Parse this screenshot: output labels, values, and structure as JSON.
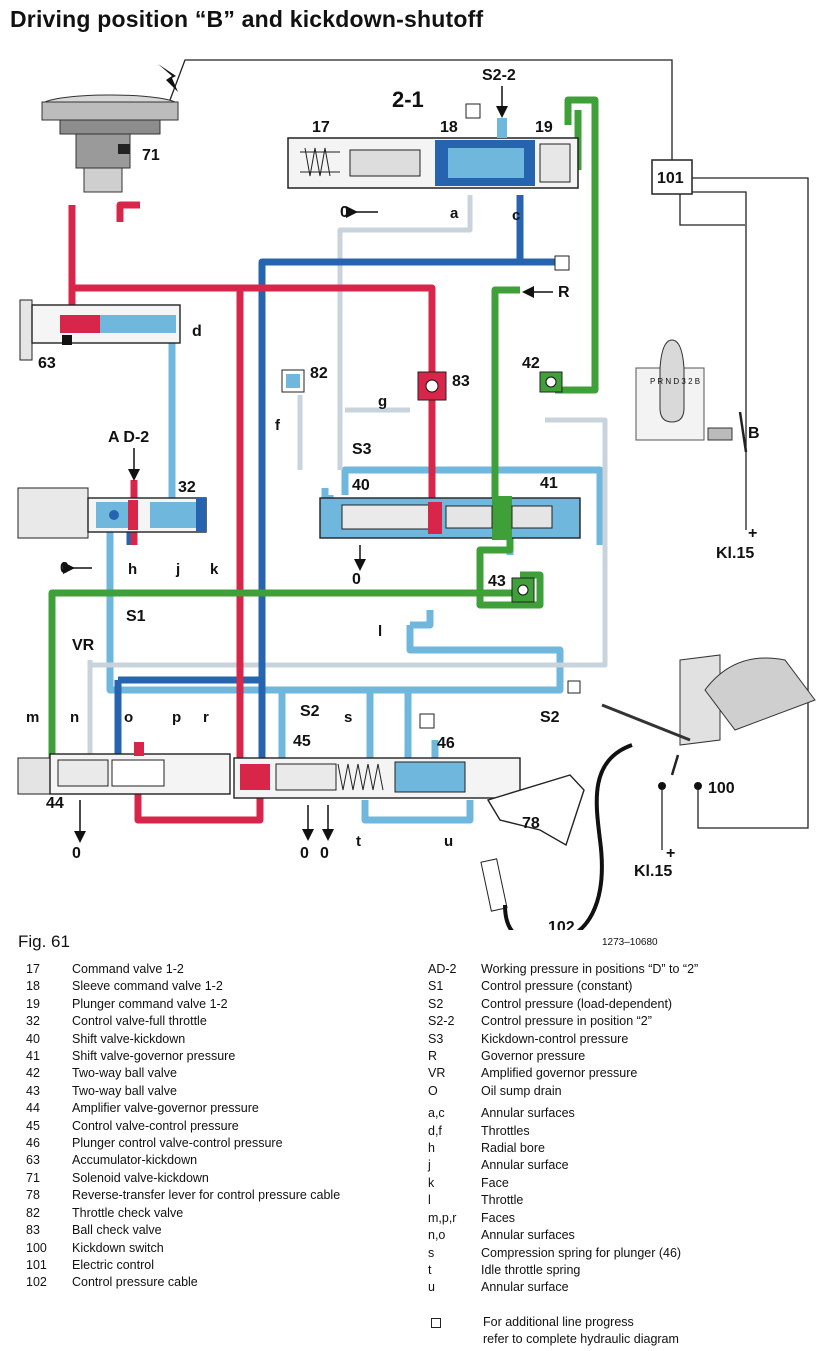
{
  "title": "Driving position “B” and kickdown-shutoff",
  "figure": {
    "label": "Fig. 61",
    "code": "1273–10680"
  },
  "colors": {
    "red": "#d8264a",
    "blue": "#2664b0",
    "light_blue": "#6fb7dd",
    "green": "#3fa03a",
    "line": "#222222"
  },
  "diagram_labels": {
    "valve_2_1": "2-1",
    "s2_2": "S2-2",
    "n17": "17",
    "n18": "18",
    "n19": "19",
    "n71": "71",
    "n101": "101",
    "n63": "63",
    "n32": "32",
    "n82": "82",
    "n83": "83",
    "n42": "42",
    "n40": "40",
    "n41": "41",
    "n43": "43",
    "n44": "44",
    "n45": "45",
    "n46": "46",
    "n78": "78",
    "n102": "102",
    "n100": "100",
    "a": "a",
    "c": "c",
    "d": "d",
    "f": "f",
    "g": "g",
    "h": "h",
    "j": "j",
    "k": "k",
    "l": "l",
    "m": "m",
    "n": "n",
    "o": "o",
    "p": "p",
    "r": "r",
    "s": "s",
    "t": "t",
    "u": "u",
    "R": "R",
    "S1": "S1",
    "S2": "S2",
    "S2b": "S2",
    "S3": "S3",
    "VR": "VR",
    "AD2": "A D-2",
    "drain": "0",
    "B": "B",
    "kl15": "Kl.15",
    "plus": "+",
    "selector": "P R N D 3 2 B"
  },
  "legend_left": [
    {
      "key": "17",
      "text": "Command valve 1-2"
    },
    {
      "key": "18",
      "text": "Sleeve command valve 1-2"
    },
    {
      "key": "19",
      "text": "Plunger command valve 1-2"
    },
    {
      "key": "32",
      "text": "Control valve-full throttle"
    },
    {
      "key": "40",
      "text": "Shift valve-kickdown"
    },
    {
      "key": "41",
      "text": "Shift valve-governor pressure"
    },
    {
      "key": "42",
      "text": "Two-way ball valve"
    },
    {
      "key": "43",
      "text": "Two-way ball valve"
    },
    {
      "key": "44",
      "text": "Amplifier valve-governor pressure"
    },
    {
      "key": "45",
      "text": "Control valve-control pressure"
    },
    {
      "key": "46",
      "text": "Plunger control valve-control pressure"
    },
    {
      "key": "63",
      "text": "Accumulator-kickdown"
    },
    {
      "key": "71",
      "text": "Solenoid valve-kickdown"
    },
    {
      "key": "78",
      "text": "Reverse-transfer lever for control pressure cable"
    },
    {
      "key": "82",
      "text": "Throttle check valve"
    },
    {
      "key": "83",
      "text": "Ball check valve"
    },
    {
      "key": "100",
      "text": "Kickdown switch"
    },
    {
      "key": "101",
      "text": "Electric control"
    },
    {
      "key": "102",
      "text": "Control pressure cable"
    }
  ],
  "legend_right_a": [
    {
      "key": "AD-2",
      "text": "Working pressure in positions “D” to “2”"
    },
    {
      "key": "S1",
      "text": "Control pressure (constant)"
    },
    {
      "key": "S2",
      "text": "Control pressure (load-dependent)"
    },
    {
      "key": "S2-2",
      "text": "Control pressure in position “2”"
    },
    {
      "key": "S3",
      "text": "Kickdown-control pressure"
    },
    {
      "key": "R",
      "text": "Governor pressure"
    },
    {
      "key": "VR",
      "text": "Amplified governor pressure"
    },
    {
      "key": "O",
      "text": "Oil sump drain"
    }
  ],
  "legend_right_b": [
    {
      "key": "a,c",
      "text": "Annular surfaces"
    },
    {
      "key": "d,f",
      "text": "Throttles"
    },
    {
      "key": "h",
      "text": "Radial bore"
    },
    {
      "key": "j",
      "text": "Annular surface"
    },
    {
      "key": "k",
      "text": "Face"
    },
    {
      "key": "l",
      "text": "Throttle"
    },
    {
      "key": "m,p,r",
      "text": "Faces"
    },
    {
      "key": "n,o",
      "text": "Annular surfaces"
    },
    {
      "key": "s",
      "text": "Compression spring for plunger (46)"
    },
    {
      "key": "t",
      "text": "Idle throttle spring"
    },
    {
      "key": "u",
      "text": "Annular surface"
    }
  ],
  "note": {
    "icon": "square-outline-icon",
    "line1": "For additional line progress",
    "line2": "refer to complete hydraulic diagram"
  }
}
